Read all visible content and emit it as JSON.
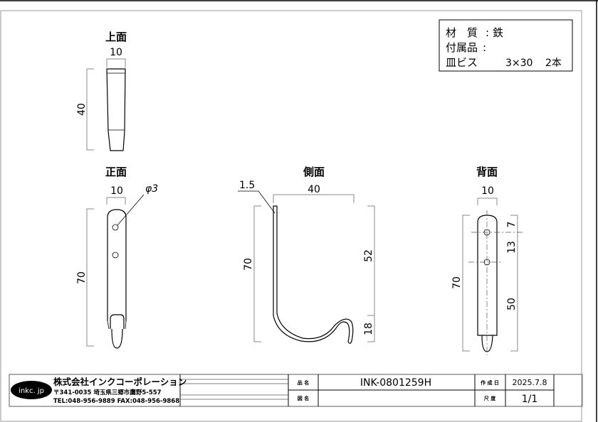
{
  "spec_box": {
    "material_label": "材　質",
    "material_value": "鉄",
    "accessories_label": "付属品",
    "screw_label": "皿ビス",
    "screw_value": "3×30",
    "screw_count": "2本",
    "colon": ":"
  },
  "views": {
    "top": {
      "title": "上面",
      "width_dim": "10",
      "height_dim": "40"
    },
    "front": {
      "title": "正面",
      "width_dim": "10",
      "height_dim": "70",
      "hole_dim": "φ3"
    },
    "side": {
      "title": "側面",
      "thickness_dim": "1.5",
      "depth_dim": "40",
      "height_dim": "70",
      "upper_dim": "52",
      "lower_dim": "18"
    },
    "back": {
      "title": "背面",
      "width_dim": "10",
      "height_dim": "70",
      "dim_a": "7",
      "dim_b": "13",
      "dim_c": "50"
    }
  },
  "title_block": {
    "logo_text": "inkc. jp",
    "company_name": "株式会社インクコーポレーション",
    "address": "〒341-0035 埼玉県三郷市鷹野5-557",
    "contact": "TEL:048-956-9889  FAX:048-956-9868",
    "product_name_label": "品 名",
    "product_name_value": "INK-0801259H",
    "drawing_name_label": "図 名",
    "drawing_name_value": "",
    "date_label": "作 成 日",
    "date_value": "2025.7.8",
    "scale_label": "尺 度",
    "scale_value": "1/1"
  }
}
